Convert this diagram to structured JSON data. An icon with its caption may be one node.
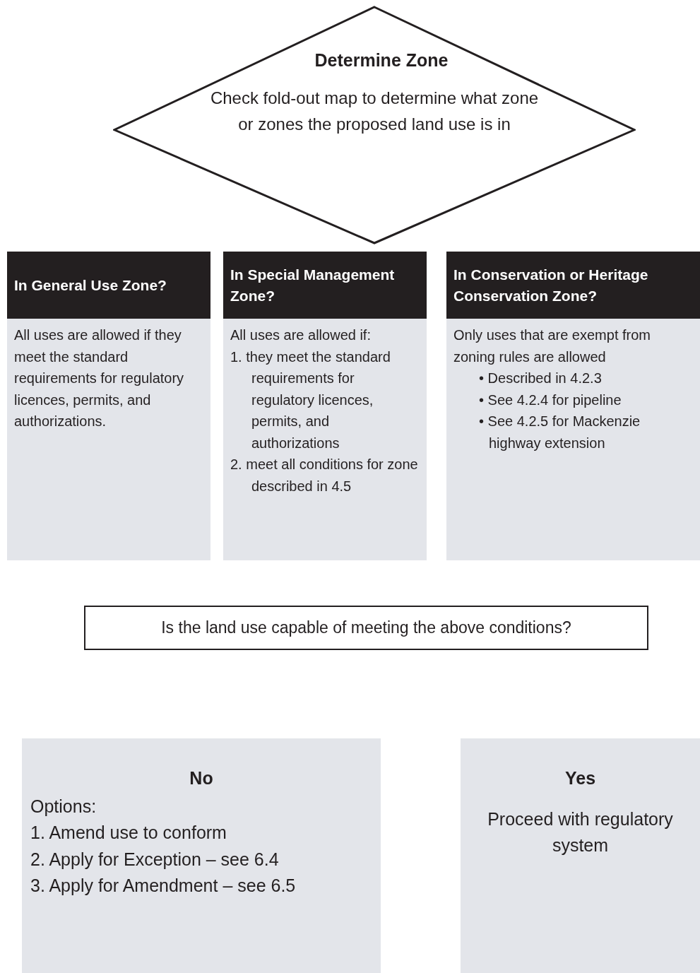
{
  "diagram": {
    "nodes": [
      {
        "text": [
          "Determine Zone",
          "Check fold-out map to determine what zone or zones the proposed land use is in"
        ]
      },
      {
        "text": [
          "In General Use Zone?",
          "All uses are allowed if they meet the standard requirements for regulatory licences, permits, and authorizations."
        ]
      },
      {
        "text": [
          "In Special Management Zone?",
          "All uses are allowed if:",
          "1. they meet the standard requirements for regulatory licences, permits, and authorizations",
          "2. meet all conditions for zone described in 4.5"
        ]
      },
      {
        "text": [
          "In Conservation or Heritage Conservation Zone?",
          "Only uses that are exempt from zoning rules are allowed",
          "• Described in 4.2.3",
          "• See 4.2.4 for pipeline",
          "• See 4.2.5 for Mackenzie highway extension"
        ]
      },
      {
        "text": [
          "Is the land use capable of meeting the above conditions?"
        ]
      },
      {
        "text": [
          "No",
          "Options:",
          "1. Amend use to conform",
          "2. Apply for Exception – see 6.4",
          "3. Apply for Amendment – see 6.5"
        ]
      },
      {
        "text": [
          "Yes",
          "Proceed with regulatory system"
        ]
      }
    ],
    "edges": []
  }
}
